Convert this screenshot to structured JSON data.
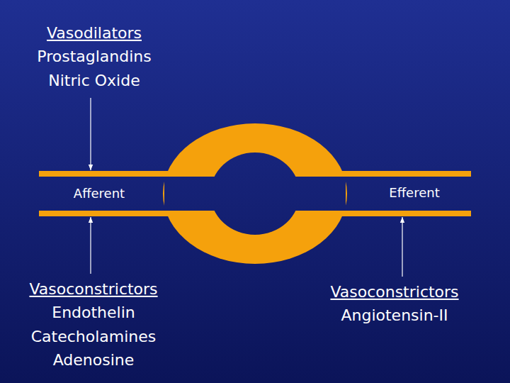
{
  "diagram": {
    "labels": [
      "Vasodilators",
      "Prostaglandins",
      "Nitric Oxide",
      "Afferent",
      "Efferent",
      "Vasoconstrictors",
      "Endothelin",
      "Catecholamines",
      "Adenosine",
      "Vasoconstrictors",
      "Angiotensin-II"
    ]
  }
}
